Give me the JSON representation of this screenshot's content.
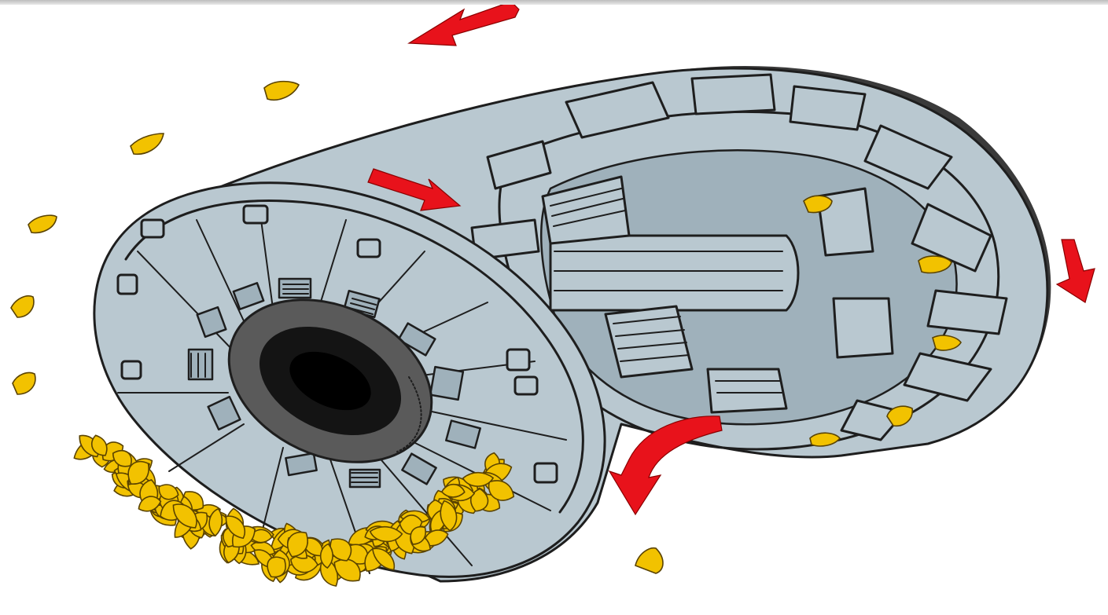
{
  "figure": {
    "subject": "",
    "colors": {
      "steel": "#b9c8d0",
      "steel_shadow": "#9fb1bb",
      "liner": "#3a3a3a",
      "outline": "#1e1e1e",
      "kernel": "#f2c200",
      "arrow": "#e8121b",
      "background": "#ffffff"
    },
    "flow_arrows": [
      "inlet-arrow",
      "internal-arrow",
      "discharge-arrow",
      "exit-arrow"
    ],
    "icons": [
      "kernel-pile",
      "kernel"
    ]
  }
}
